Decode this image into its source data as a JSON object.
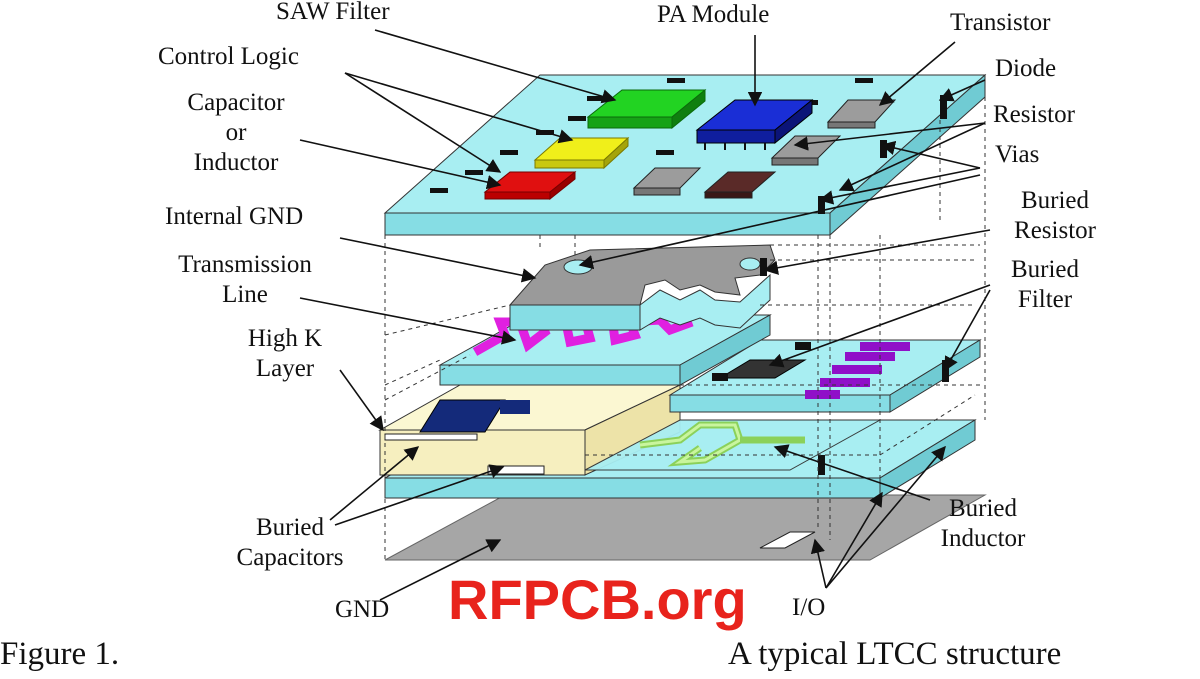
{
  "labels": {
    "saw_filter": "SAW Filter",
    "pa_module": "PA Module",
    "transistor": "Transistor",
    "diode": "Diode",
    "control_logic": "Control Logic",
    "capacitor_or_inductor": "Capacitor\nor\nInductor",
    "resistor": "Resistor",
    "vias": "Vias",
    "internal_gnd": "Internal GND",
    "buried_resistor": "Buried\nResistor",
    "transmission_line": "Transmission\nLine",
    "buried_filter": "Buried\nFilter",
    "high_k_layer": "High K\nLayer",
    "buried_capacitors": "Buried\nCapacitors",
    "buried_inductor": "Buried\nInductor",
    "gnd": "GND",
    "io": "I/O"
  },
  "caption": {
    "left": "Figure 1.",
    "right": "A typical LTCC structure"
  },
  "watermark": "RFPCB.org",
  "colors": {
    "substrate": "#a8eef2",
    "substrate_side": "#7fd9e0",
    "ground_plane": "#a0a0a0",
    "high_k": "#fbf7d2",
    "saw_filter": "#22d322",
    "pa_module": "#1a2ed6",
    "control_logic": "#f0ef1a",
    "capacitor": "#e01010",
    "transmission_line": "#e020e0",
    "buried_filter": "#9010c8",
    "buried_inductor": "#a6f07a",
    "buried_capacitor": "#142a7a",
    "watermark": "#e8231c"
  }
}
